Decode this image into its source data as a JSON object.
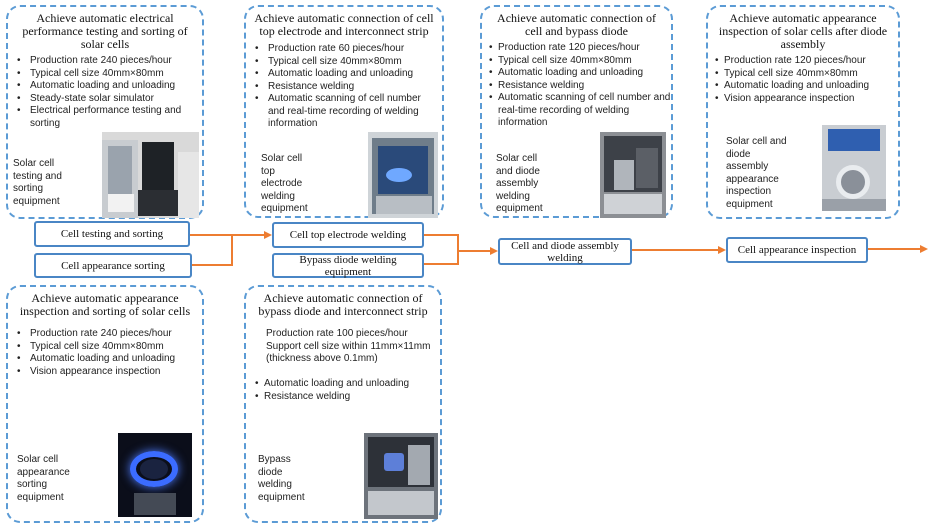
{
  "cards": {
    "testing": {
      "title": "Achieve automatic electrical performance testing and sorting of solar cells",
      "bullets": [
        "Production rate 240 pieces/hour",
        "Typical cell size 40mm×80mm",
        "Automatic loading and unloading",
        "Steady-state solar simulator",
        "Electrical performance testing and sorting"
      ],
      "equipment": "Solar cell testing and sorting equipment"
    },
    "top_electrode": {
      "title": "Achieve automatic connection of cell top electrode and interconnect strip",
      "bullets": [
        "Production rate 60 pieces/hour",
        "Typical cell size 40mm×80mm",
        "Automatic loading and unloading",
        "Resistance welding",
        "Automatic scanning of cell number and real-time recording of welding information"
      ],
      "equipment": "Solar cell top electrode welding equipment"
    },
    "bypass_diode_conn": {
      "title": "Achieve automatic connection of cell and bypass diode",
      "bullets": [
        "Production rate 120 pieces/hour",
        "Typical cell size 40mm×80mm",
        "Automatic loading and unloading",
        "Resistance welding",
        "Automatic scanning of cell number and real-time recording of welding information"
      ],
      "equipment": "Solar cell and diode assembly welding equipment"
    },
    "after_diode": {
      "title": "Achieve automatic appearance inspection of solar cells after diode assembly",
      "bullets": [
        "Production rate 120 pieces/hour",
        "Typical cell size 40mm×80mm",
        "Automatic loading and unloading",
        "Vision appearance inspection"
      ],
      "equipment": "Solar cell and diode assembly appearance inspection equipment"
    },
    "appearance_sort": {
      "title": "Achieve automatic appearance inspection and sorting of solar cells",
      "bullets": [
        "Production rate 240 pieces/hour",
        "Typical cell size 40mm×80mm",
        "Automatic loading and unloading",
        "Vision appearance inspection"
      ],
      "equipment": "Solar cell appearance sorting equipment"
    },
    "bypass_interconnect": {
      "title": "Achieve automatic connection of bypass diode and interconnect strip",
      "lines": [
        "Production rate 100 pieces/hour",
        "Support cell size within 11mm×11mm (thickness above 0.1mm)"
      ],
      "bullets": [
        "Automatic loading and unloading",
        "Resistance welding"
      ],
      "equipment": "Bypass diode welding equipment"
    }
  },
  "process": {
    "cell_testing": "Cell testing and sorting",
    "cell_appearance": "Cell appearance sorting",
    "top_electrode": "Cell top electrode welding",
    "bypass_diode": "Bypass diode welding equipment",
    "assembly": "Cell and diode assembly welding",
    "inspection": "Cell appearance inspection"
  },
  "colors": {
    "card_border": "#5b9bd5",
    "box_border": "#4a86c5",
    "flow_arrow": "#ed7d31"
  }
}
